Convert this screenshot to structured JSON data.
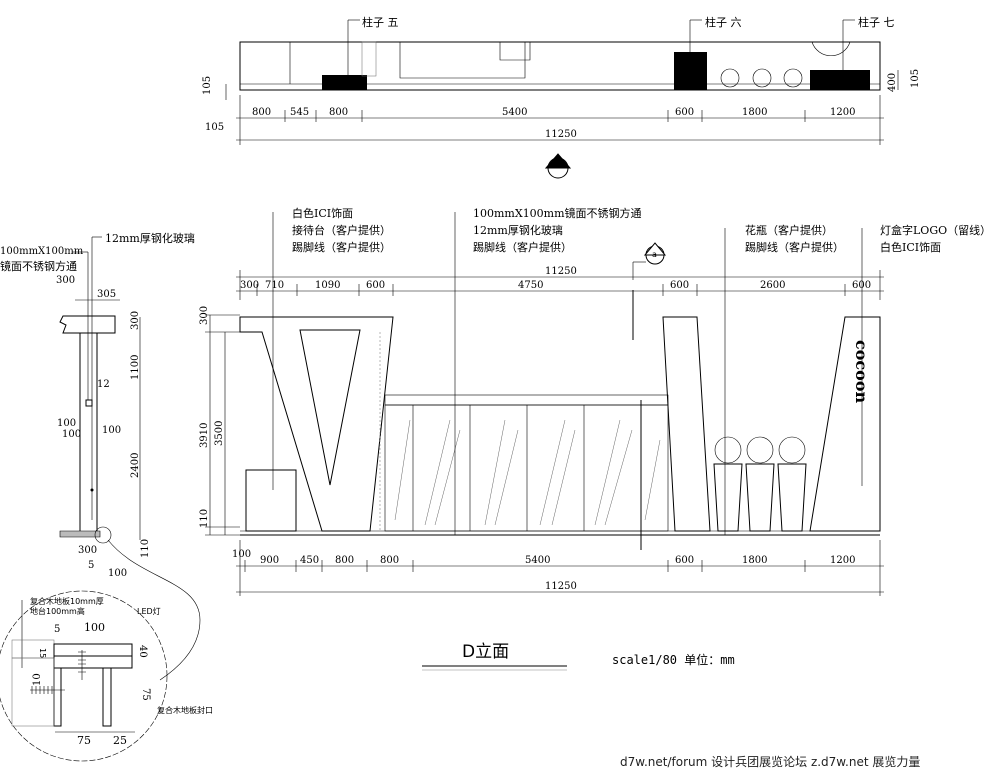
{
  "plan": {
    "column_labels": [
      "柱子 五",
      "柱子 六",
      "柱子 七"
    ],
    "side_dims": [
      "105",
      "105",
      "400",
      "105"
    ],
    "dims": [
      "800",
      "545",
      "800",
      "5400",
      "600",
      "1800",
      "1200"
    ],
    "total": "11250",
    "section_marker": "D"
  },
  "elevation": {
    "top_total": "11250",
    "top_dims": [
      "300",
      "710",
      "1090",
      "600",
      "4750",
      "600",
      "2600",
      "600"
    ],
    "left_dims": [
      "300",
      "3910",
      "3500",
      "110"
    ],
    "bottom_dims": [
      "100",
      "900",
      "450",
      "800",
      "800",
      "5400",
      "600",
      "1800",
      "1200"
    ],
    "bottom_total": "11250",
    "section_marker": "a",
    "callouts_left": [
      "白色ICI饰面",
      "接待台（客户提供）",
      "踢脚线（客户提供）"
    ],
    "callouts_center": [
      "100mmX100mm镜面不锈钢方通",
      "12mm厚钢化玻璃",
      "踢脚线（客户提供）"
    ],
    "callouts_right1": [
      "花瓶（客户提供）",
      "踢脚线（客户提供）"
    ],
    "callouts_right2": [
      "灯盒字LOGO（留线）",
      "白色ICI饰面"
    ],
    "logo_text": "cocoon"
  },
  "section": {
    "label_tube_1": "100mmX100mm",
    "label_tube_2": "镜面不锈钢方通",
    "label_glass": "12mm厚钢化玻璃",
    "dims": [
      "300",
      "305",
      "300",
      "1100",
      "12",
      "100",
      "100",
      "100",
      "2400",
      "110",
      "300",
      "5",
      "100"
    ]
  },
  "detail": {
    "labels": [
      "复合木地板10mm厚",
      "地台100mm高",
      "LED灯",
      "复合木地板封口"
    ],
    "dims": [
      "5",
      "100",
      "15",
      "40",
      "10",
      "75",
      "75",
      "25"
    ]
  },
  "footer": {
    "title": "D立面",
    "scale": "scale1/80  单位：mm",
    "watermark": "d7w.net/forum 设计兵团展览论坛    z.d7w.net 展览力量"
  }
}
